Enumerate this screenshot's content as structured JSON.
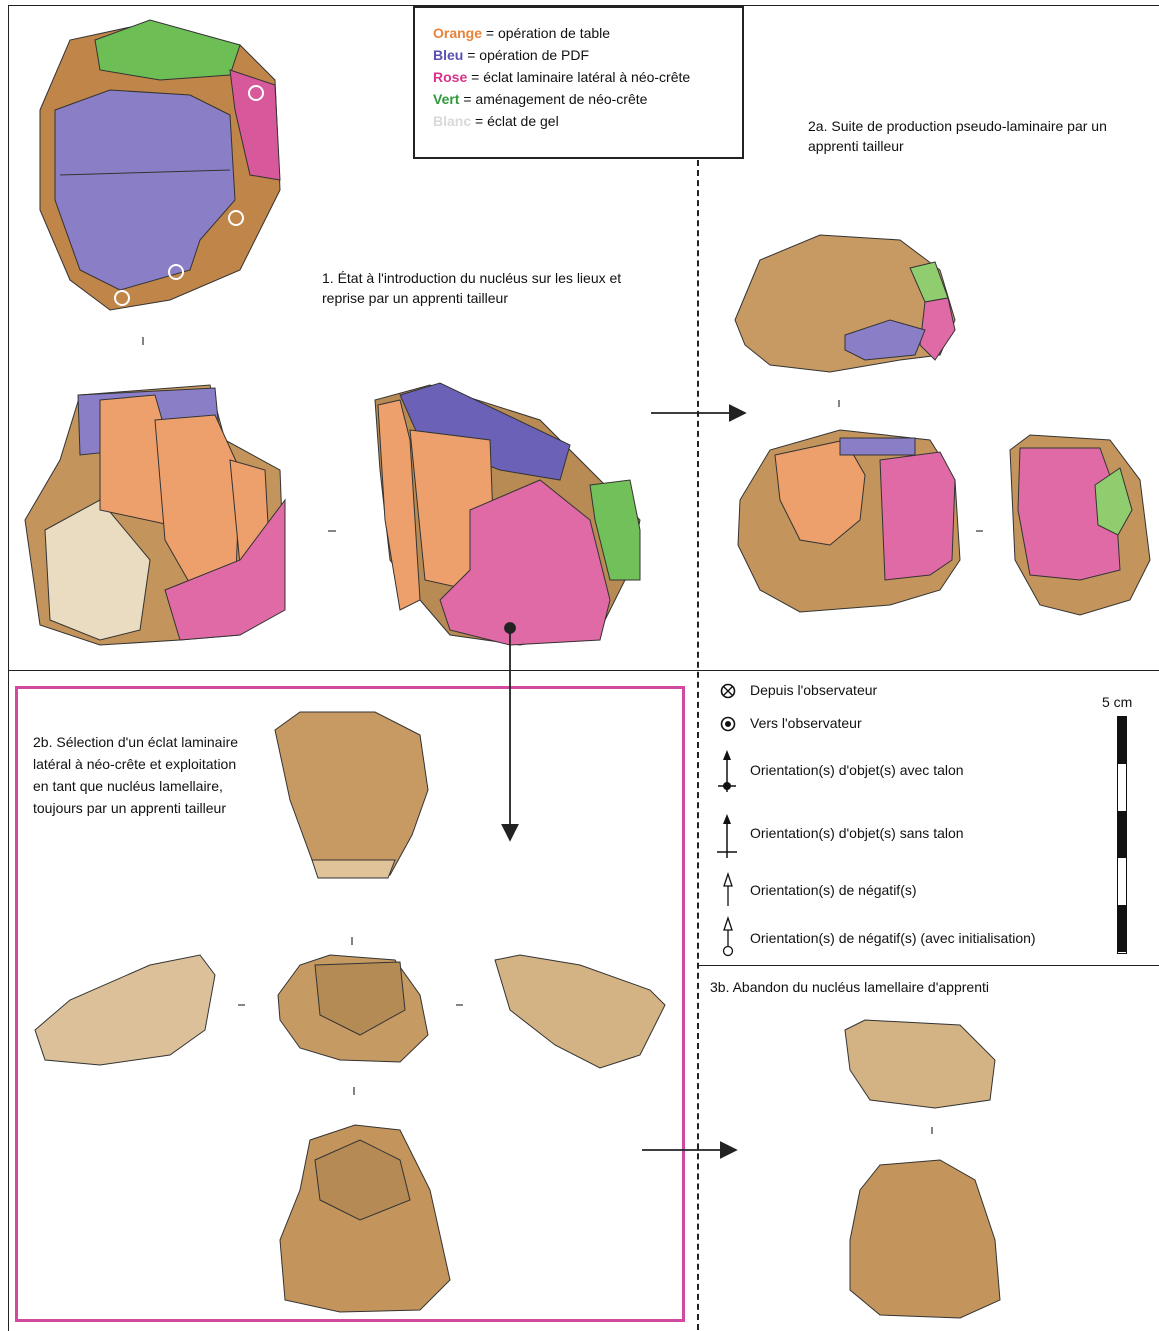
{
  "legend": {
    "items": [
      {
        "key": "Orange",
        "text": "= opération de table",
        "color": "#e8833a"
      },
      {
        "key": "Bleu",
        "text": "= opération de PDF",
        "color": "#5a4fb0"
      },
      {
        "key": "Rose",
        "text": "= éclat laminaire latéral à néo-crête",
        "color": "#d6338a"
      },
      {
        "key": "Vert",
        "text": "= aménagement de néo-crête",
        "color": "#2f9a3c"
      },
      {
        "key": "Blanc",
        "text": "= éclat de gel",
        "color": "#d9d9d9"
      }
    ]
  },
  "captions": {
    "step1": "1. État à l'introduction du nucléus sur les lieux et reprise par un apprenti tailleur",
    "step2a": "2a. Suite de production pseudo-laminaire par un apprenti tailleur",
    "step2b": "2b. Sélection d'un éclat laminaire latéral à néo-crête et exploitation en tant que nucléus lamellaire, toujours par un apprenti tailleur",
    "step3b": "3b. Abandon du nucléus lamellaire d'apprenti"
  },
  "symbols": [
    {
      "icon": "x-circle-icon",
      "text": "Depuis l'observateur"
    },
    {
      "icon": "dot-circle-icon",
      "text": "Vers l'observateur"
    },
    {
      "icon": "arrow-with-platform-icon",
      "text": "Orientation(s) d'objet(s) avec talon"
    },
    {
      "icon": "arrow-without-platform-icon",
      "text": "Orientation(s) d'objet(s) sans talon"
    },
    {
      "icon": "hollow-arrow-icon",
      "text": "Orientation(s) de négatif(s)"
    },
    {
      "icon": "hollow-arrow-circle-icon",
      "text": "Orientation(s) de négatif(s) (avec initialisation)"
    }
  ],
  "scale": {
    "label": "5 cm"
  },
  "colors": {
    "orange": "#e8833a",
    "blue": "#6b62b8",
    "rose": "#d94f98",
    "green": "#5fb84a",
    "flint": "#b08a55",
    "frame_pink": "#d14aa0"
  }
}
